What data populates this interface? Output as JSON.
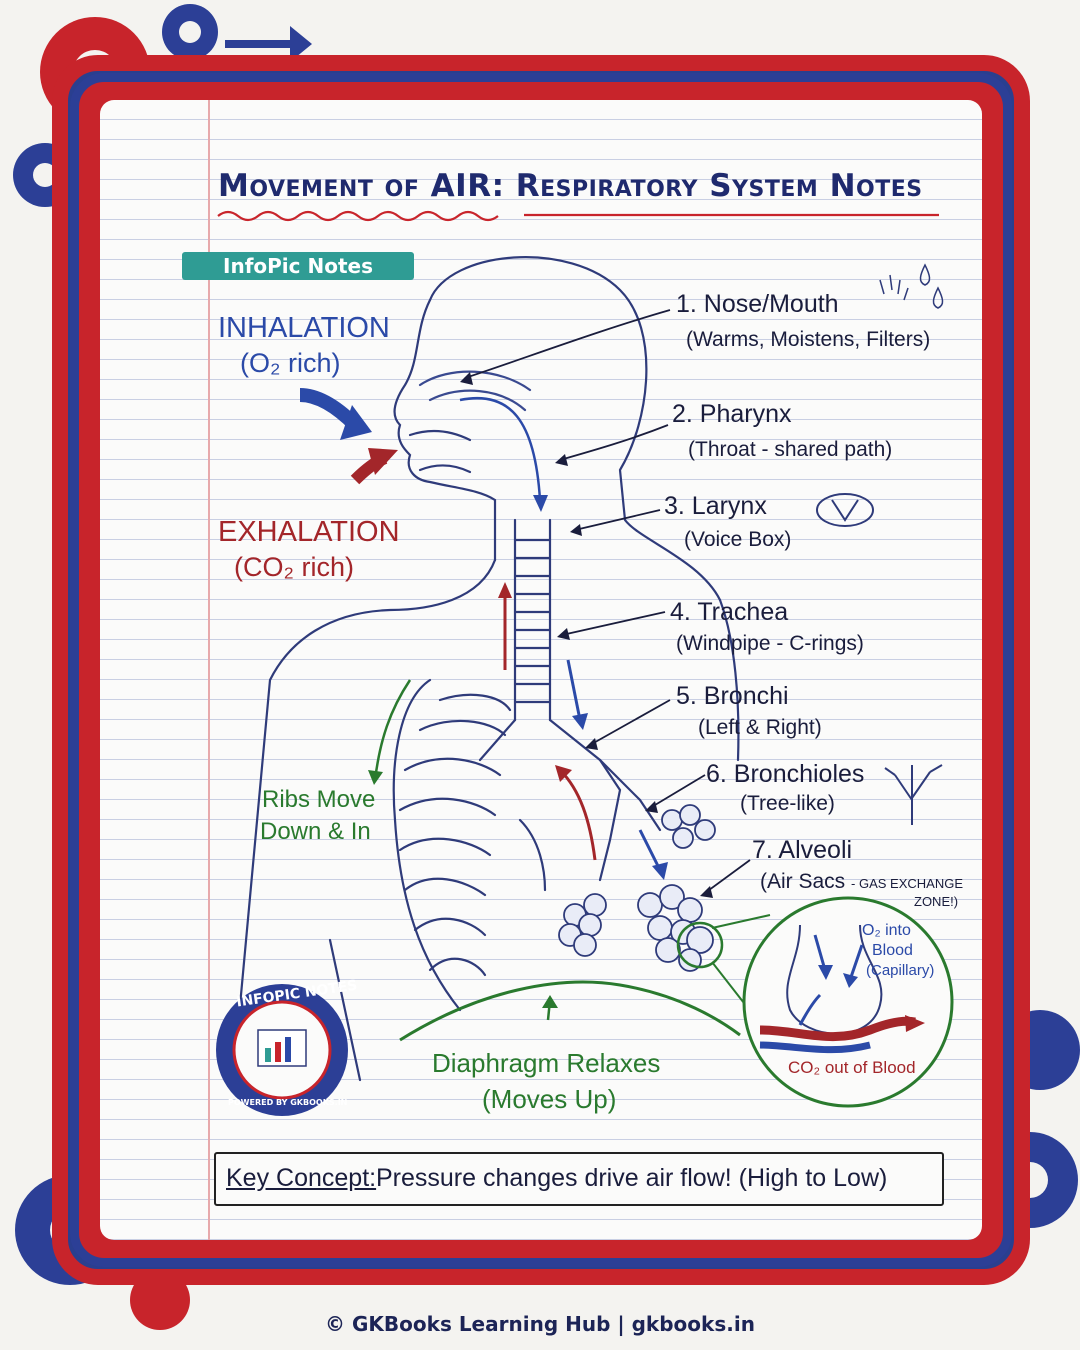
{
  "title": {
    "part1": "Movement of AIR:",
    "part2": "Respiratory System Notes"
  },
  "badge": "InfoPic Notes",
  "inhalation": {
    "label": "INHALATION",
    "sub": "(O₂ rich)"
  },
  "exhalation": {
    "label": "EXHALATION",
    "sub": "(CO₂ rich)"
  },
  "parts": [
    {
      "label": "1. Nose/Mouth",
      "desc": "(Warms, Moistens, Filters)"
    },
    {
      "label": "2. Pharynx",
      "desc": "(Throat - shared path)"
    },
    {
      "label": "3. Larynx",
      "desc": "(Voice Box)"
    },
    {
      "label": "4. Trachea",
      "desc": "(Windpipe - C-rings)"
    },
    {
      "label": "5. Bronchi",
      "desc": "(Left & Right)"
    },
    {
      "label": "6. Bronchioles",
      "desc": "(Tree-like)"
    },
    {
      "label": "7. Alveoli",
      "desc": "(Air Sacs",
      "desc_small": "- GAS EXCHANGE",
      "desc_small2": "ZONE!)"
    }
  ],
  "ribs": {
    "line1": "Ribs Move",
    "line2": "Down & In"
  },
  "diaphragm": {
    "line1": "Diaphragm Relaxes",
    "line2": "(Moves Up)"
  },
  "inset": {
    "o2_line1": "O₂ into",
    "o2_line2": "Blood",
    "o2_line3": "(Capillary)",
    "co2": "CO₂ out of Blood"
  },
  "key": {
    "label": "Key Concept:",
    "text": "Pressure changes drive air flow! (High to Low)"
  },
  "seal": {
    "top": "INFOPIC NOTES",
    "bottom": "POWERED BY GKBOOKS.IN"
  },
  "footer": "© GKBooks Learning Hub | gkbooks.in",
  "colors": {
    "frame_red": "#c8242b",
    "frame_blue": "#2c3f96",
    "inhale_blue": "#2b4aa8",
    "exhale_red": "#a3262a",
    "green": "#2a7a2e",
    "badge": "#2f9c94"
  }
}
